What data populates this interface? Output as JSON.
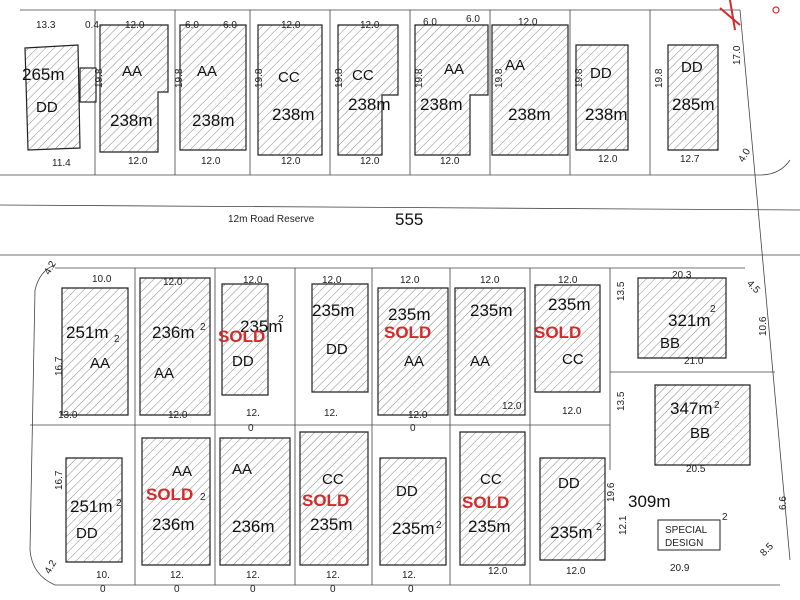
{
  "road": {
    "label": "12m Road Reserve",
    "number": "555"
  },
  "special": {
    "label_line1": "SPECIAL",
    "label_line2": "DESIGN",
    "area": "309m",
    "sup": "2"
  },
  "sold_label": "SOLD",
  "dims": {
    "t1": "13.3",
    "t2": "0.4",
    "t3": "12.0",
    "t4": "6.0",
    "t5": "6.0",
    "t6": "12.0",
    "t7": "12.0",
    "t8": "6.0",
    "t9": "6.0",
    "t10": "12.0",
    "t11": "17.0",
    "t12": "4.0",
    "b1": "11.4",
    "b2": "12.0",
    "b3": "12.0",
    "b4": "12.0",
    "b5": "12.0",
    "b6": "12.0",
    "b7": "12.0",
    "b8": "12.7",
    "side1": "19.8",
    "m1": "10.0",
    "m2": "12.0",
    "m3": "12.0",
    "m4": "12.0",
    "m5": "12.0",
    "m6": "12.0",
    "m7": "20.3",
    "r1": "4.5",
    "r2": "10.6",
    "l1": "4.2",
    "lb1": "13.0",
    "lb2": "12.",
    "lb3": "12.",
    "lb4": "12.0",
    "lb5": "12.0",
    "s1": "13.5",
    "s2": "13.5",
    "bb1": "21.0",
    "bb2": "20.5",
    "bot1": "4.2",
    "bot2": "10.",
    "bot3": "12.",
    "bot4": "12.",
    "bot5": "12.",
    "bot6": "12.",
    "bot7": "12.0",
    "bot8": "12.0",
    "bot9": "20.9",
    "bot10": "6.6",
    "bot11": "8.5",
    "bot12": "12.1",
    "z": "0",
    "rl": "19.6",
    "rl2": "16.7"
  },
  "lots": [
    {
      "type": "DD",
      "area": "265m",
      "sup": ""
    },
    {
      "type": "AA",
      "area": "238m",
      "sup": ""
    },
    {
      "type": "AA",
      "area": "238m",
      "sup": ""
    },
    {
      "type": "CC",
      "area": "238m",
      "sup": ""
    },
    {
      "type": "CC",
      "area": "238m",
      "sup": ""
    },
    {
      "type": "AA",
      "area": "238m",
      "sup": ""
    },
    {
      "type": "AA",
      "area": "238m",
      "sup": ""
    },
    {
      "type": "DD",
      "area": "238m",
      "sup": ""
    },
    {
      "type": "DD",
      "area": "285m",
      "sup": ""
    },
    {
      "type": "AA",
      "area": "251m",
      "sup": "2"
    },
    {
      "type": "AA",
      "area": "236m",
      "sup": "2"
    },
    {
      "type": "DD",
      "area": "235m",
      "sup": "2"
    },
    {
      "type": "DD",
      "area": "235m",
      "sup": ""
    },
    {
      "type": "AA",
      "area": "235m",
      "sup": ""
    },
    {
      "type": "AA",
      "area": "235m",
      "sup": ""
    },
    {
      "type": "CC",
      "area": "235m",
      "sup": ""
    },
    {
      "type": "BB",
      "area": "321m",
      "sup": "2"
    },
    {
      "type": "BB",
      "area": "347m",
      "sup": "2"
    },
    {
      "type": "DD",
      "area": "251m",
      "sup": "2"
    },
    {
      "type": "AA",
      "area": "236m",
      "sup": "2"
    },
    {
      "type": "AA",
      "area": "236m",
      "sup": ""
    },
    {
      "type": "CC",
      "area": "235m",
      "sup": ""
    },
    {
      "type": "DD",
      "area": "235m",
      "sup": "2"
    },
    {
      "type": "CC",
      "area": "235m",
      "sup": ""
    },
    {
      "type": "DD",
      "area": "235m",
      "sup": "2"
    }
  ]
}
